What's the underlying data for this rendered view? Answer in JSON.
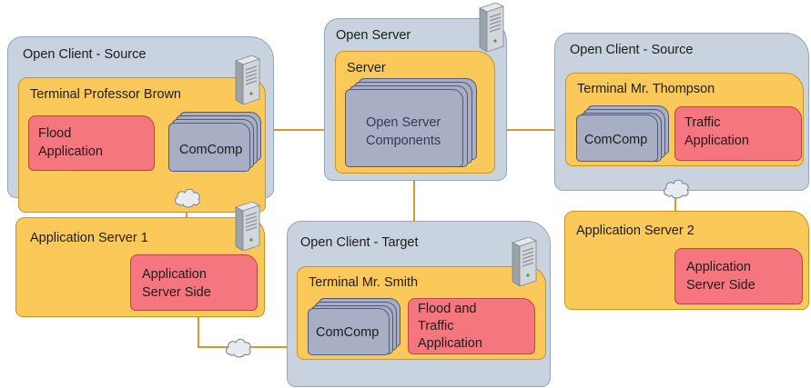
{
  "client_brown": {
    "title": "Open Client - Source",
    "terminal": "Terminal Professor Brown",
    "app_line1": "Flood",
    "app_line2": "Application",
    "comp": "ComComp"
  },
  "open_server": {
    "title": "Open Server",
    "server": "Server",
    "components_line1": "Open Server",
    "components_line2": "Components"
  },
  "client_thompson": {
    "title": "Open Client - Source",
    "terminal": "Terminal Mr. Thompson",
    "app_line1": "Traffic",
    "app_line2": "Application",
    "comp": "ComComp"
  },
  "app_server_1": {
    "title": "Application Server 1",
    "side_line1": "Application",
    "side_line2": "Server Side"
  },
  "client_target": {
    "title": "Open Client - Target",
    "terminal": "Terminal Mr. Smith",
    "app_line1": "Flood and",
    "app_line2": "Traffic",
    "app_line3": "Application",
    "comp": "ComComp"
  },
  "app_server_2": {
    "title": "Application Server 2",
    "side_line1": "Application",
    "side_line2": "Server Side"
  },
  "colors": {
    "client_fill": "#c8d3df",
    "terminal_fill": "#fbc95a",
    "application_fill": "#f5767e",
    "component_fill": "#a8afc5",
    "connector": "#d29a2a"
  },
  "icons": [
    "server-tower-icon",
    "network-cloud-icon"
  ]
}
